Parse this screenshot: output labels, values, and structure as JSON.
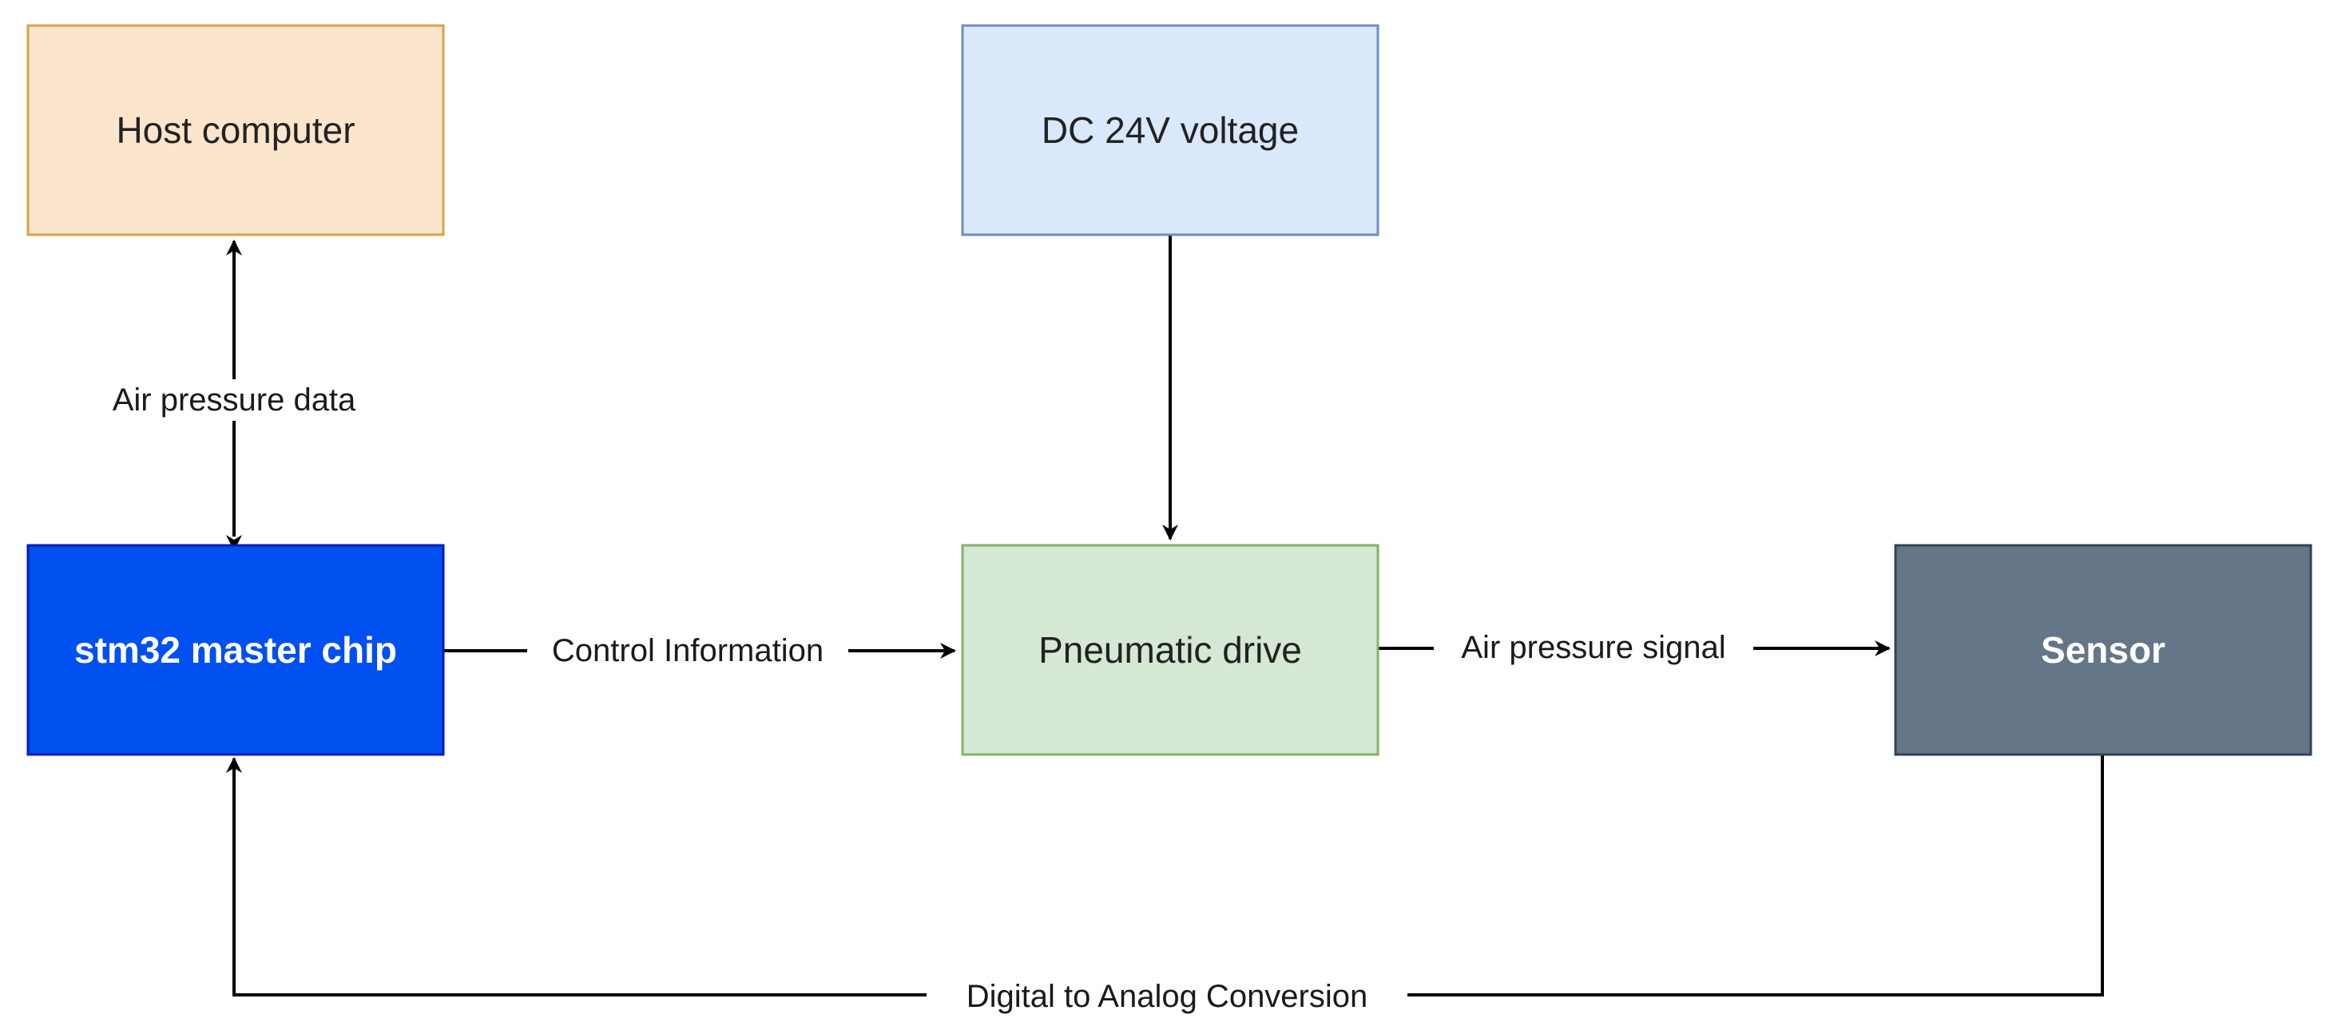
{
  "nodes": {
    "host_computer": {
      "label": "Host computer",
      "fill": "#fce5cd",
      "stroke": "#d6a34b",
      "text_color": "#222222"
    },
    "dc_voltage": {
      "label": "DC 24V voltage",
      "fill": "#dae8fc",
      "stroke": "#6c8ebf",
      "text_color": "#222222"
    },
    "stm32": {
      "label": "stm32 master chip",
      "fill": "#0050ef",
      "stroke": "#001dbc",
      "text_color": "#ffffff"
    },
    "pneumatic_drive": {
      "label": "Pneumatic drive",
      "fill": "#d5e8d4",
      "stroke": "#82b366",
      "text_color": "#222222"
    },
    "sensor": {
      "label": "Sensor",
      "fill": "#647687",
      "stroke": "#314354",
      "text_color": "#ffffff"
    }
  },
  "edges": {
    "air_pressure_data": {
      "label": "Air pressure data",
      "from": "stm32",
      "to": "host_computer",
      "bidirectional": true
    },
    "dc_to_drive": {
      "label": "",
      "from": "dc_voltage",
      "to": "pneumatic_drive",
      "bidirectional": false
    },
    "control_information": {
      "label": "Control Information",
      "from": "stm32",
      "to": "pneumatic_drive",
      "bidirectional": false
    },
    "air_pressure_signal": {
      "label": "Air pressure signal",
      "from": "pneumatic_drive",
      "to": "sensor",
      "bidirectional": false
    },
    "digital_to_analog": {
      "label": "Digital to Analog Conversion",
      "from": "sensor",
      "to": "stm32",
      "bidirectional": false
    }
  }
}
